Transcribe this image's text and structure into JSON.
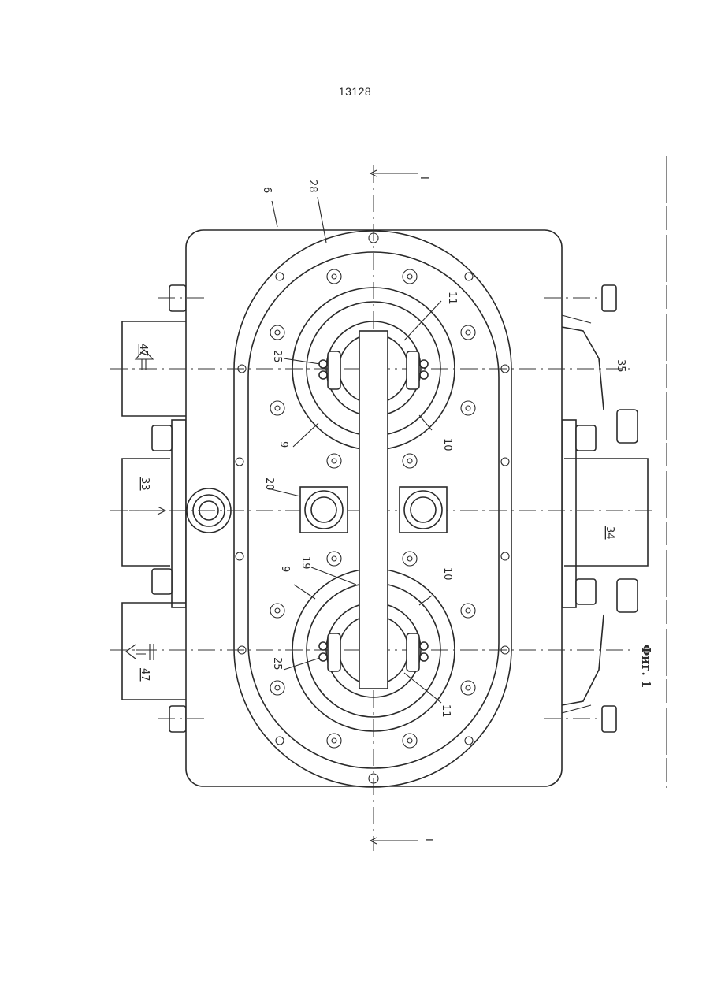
{
  "page": {
    "number": "13128"
  },
  "figure": {
    "caption": "Фиг. 1",
    "section_marks": [
      "I",
      "I"
    ],
    "labels": {
      "housing": "6",
      "cover": "28",
      "gasket_upper": "11",
      "gasket_lower": "11",
      "bolt_upper": "25",
      "bolt_lower": "25",
      "ring_upper": "9",
      "ring_lower": "9",
      "plate_upper": "10",
      "plate_lower": "10",
      "bar": "19",
      "nut_block": "20",
      "inlet_pipe": "33",
      "outlet_pipe": "34",
      "support": "35",
      "flow_upper": "47",
      "flow_lower": "47"
    }
  }
}
